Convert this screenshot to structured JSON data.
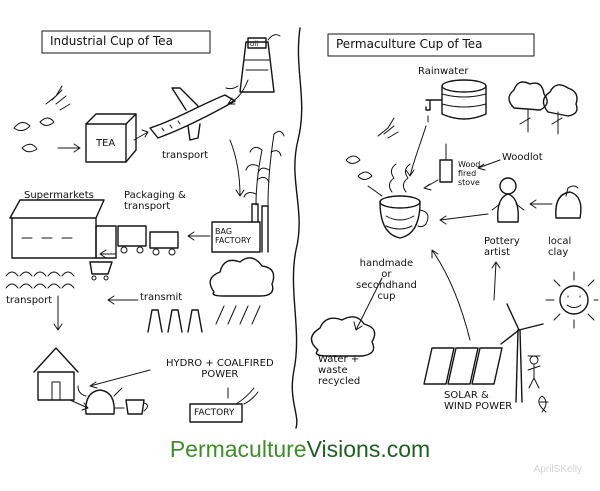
{
  "diagram": {
    "left_title": "Industrial Cup of Tea",
    "right_title": "Permaculture Cup of Tea",
    "labels": {
      "tea_box": "TEA",
      "oil": "oil",
      "transport_1": "transport",
      "packaging": "Packaging &\ntransport",
      "supermarkets": "Supermarkets",
      "bag_factory": "BAG\nFACTORY",
      "transport_2": "transport",
      "transmit": "transmit",
      "power": "HYDRO + COALFIRED\nPOWER",
      "factory": "FACTORY",
      "rainwater": "Rainwater",
      "woodlot": "Woodlot",
      "wood_stove": "Wood\nfired\nstove",
      "handmade_cup": "handmade\nor\nsecondhand\ncup",
      "pottery": "Pottery\nartist",
      "local_clay": "local\nclay",
      "water_waste": "Water +\nwaste\nrecycled",
      "solar_wind": "SOLAR &\nWIND POWER"
    }
  },
  "footer": {
    "brand_green": "Permaculture",
    "brand_dark": "Visions",
    "brand_tld": ".com",
    "watermark": "AprilSKelly"
  },
  "colors": {
    "ink": "#141414",
    "brand_green": "#3f8d2b",
    "brand_dark": "#1f5f24"
  }
}
